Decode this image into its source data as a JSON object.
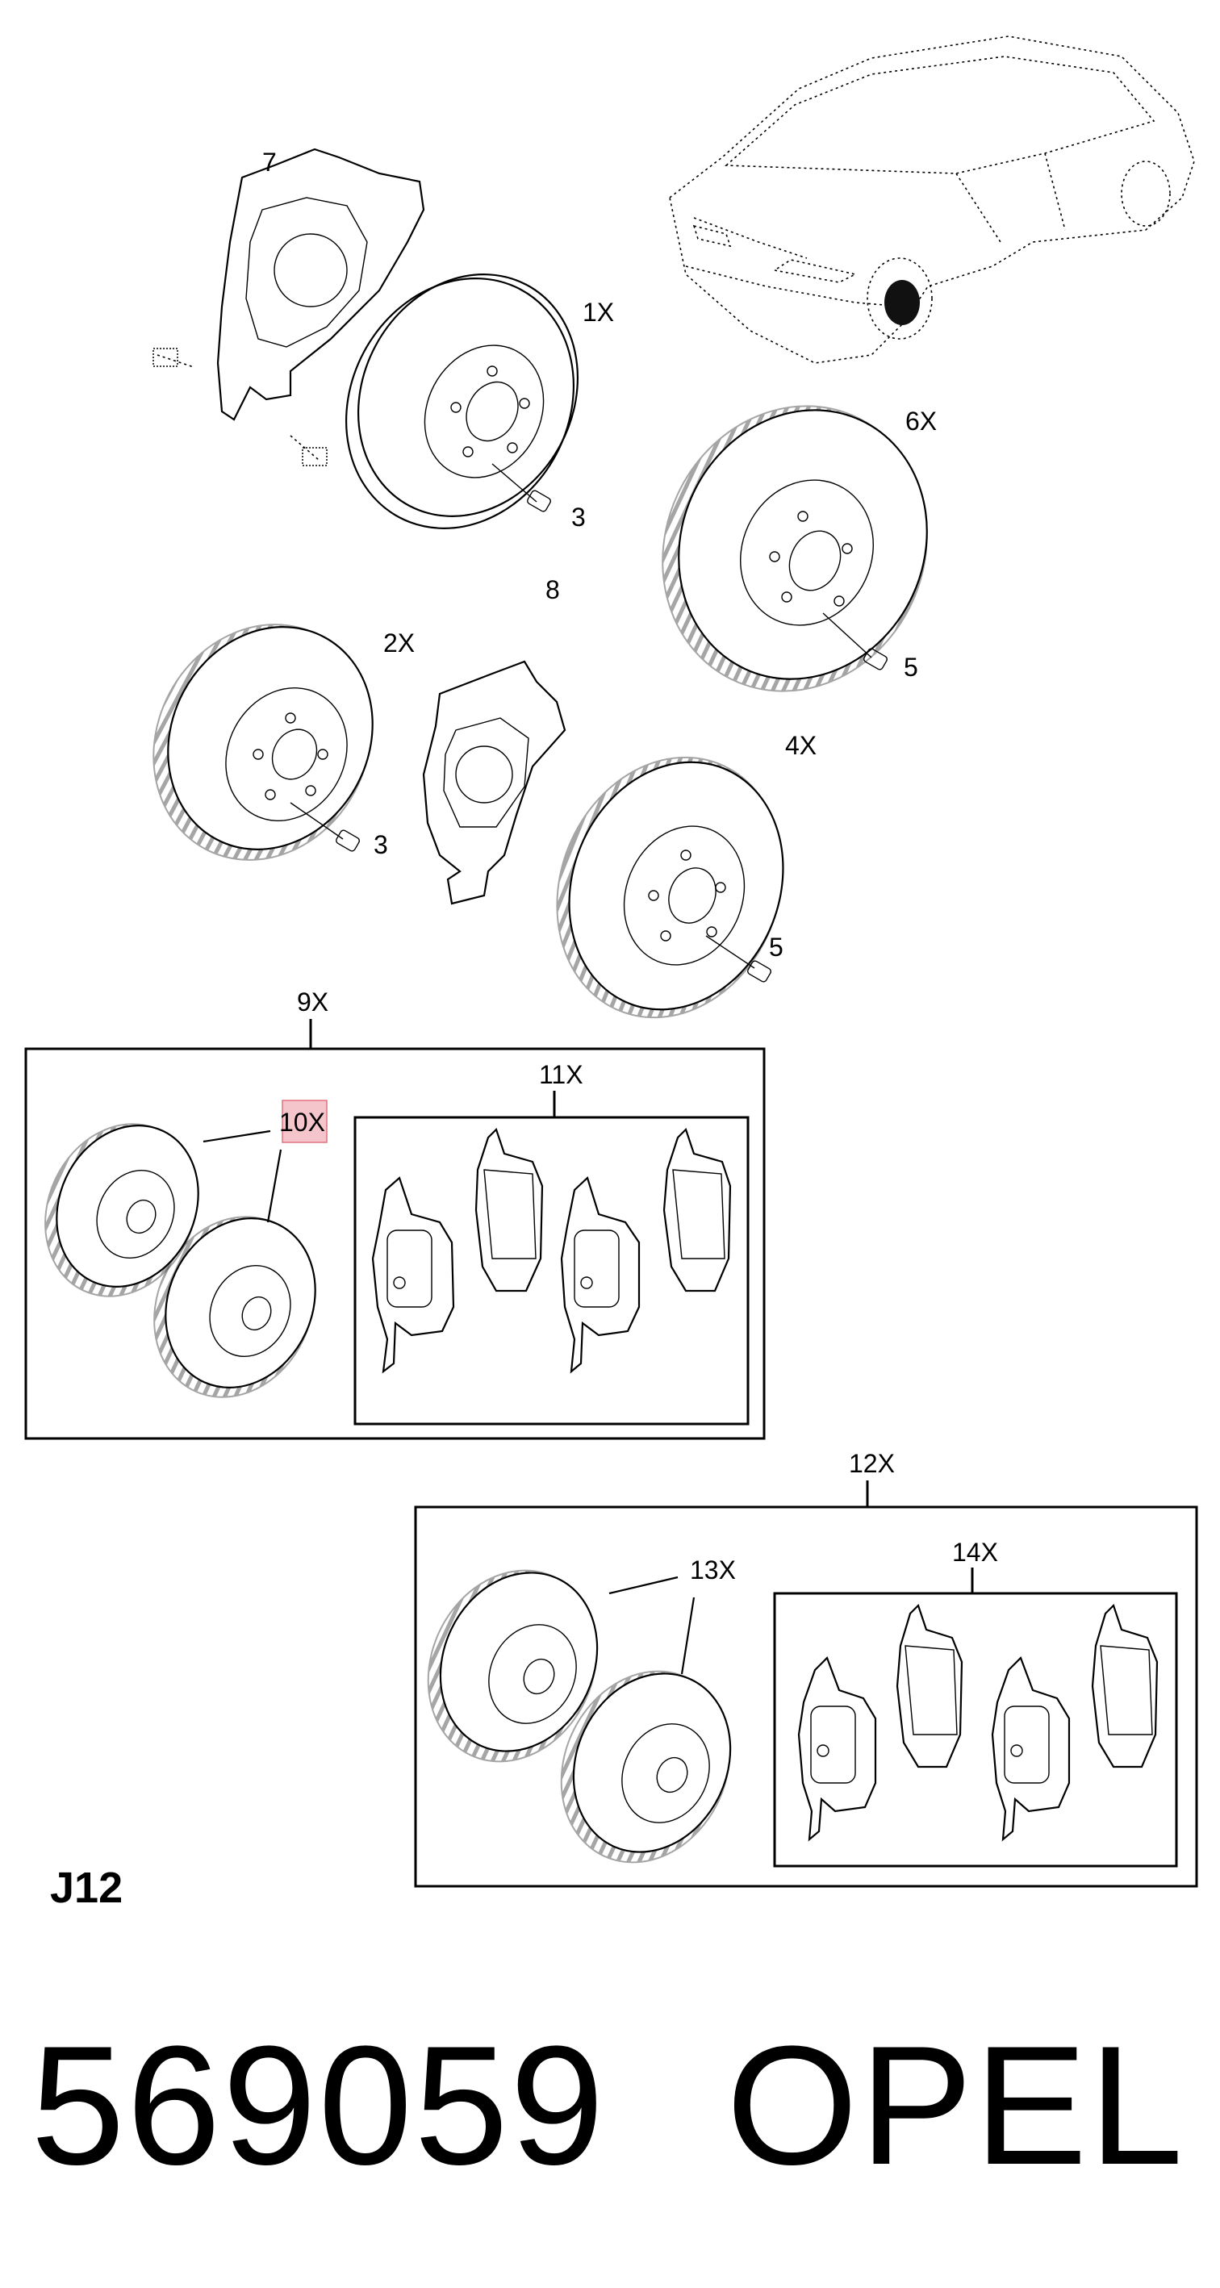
{
  "labels": {
    "l1": "1X",
    "l2": "2X",
    "l3a": "3",
    "l3b": "3",
    "l4": "4X",
    "l5a": "5",
    "l5b": "5",
    "l6": "6X",
    "l7": "7",
    "l8": "8",
    "l9": "9X",
    "l10": "10X",
    "l11": "11X",
    "l12": "12X",
    "l13": "13X",
    "l14": "14X"
  },
  "page_code": "J12",
  "part_number": "569059",
  "brand": "OPEL",
  "colors": {
    "highlight": "#f4c6cc",
    "highlight_border": "#e3707f"
  }
}
